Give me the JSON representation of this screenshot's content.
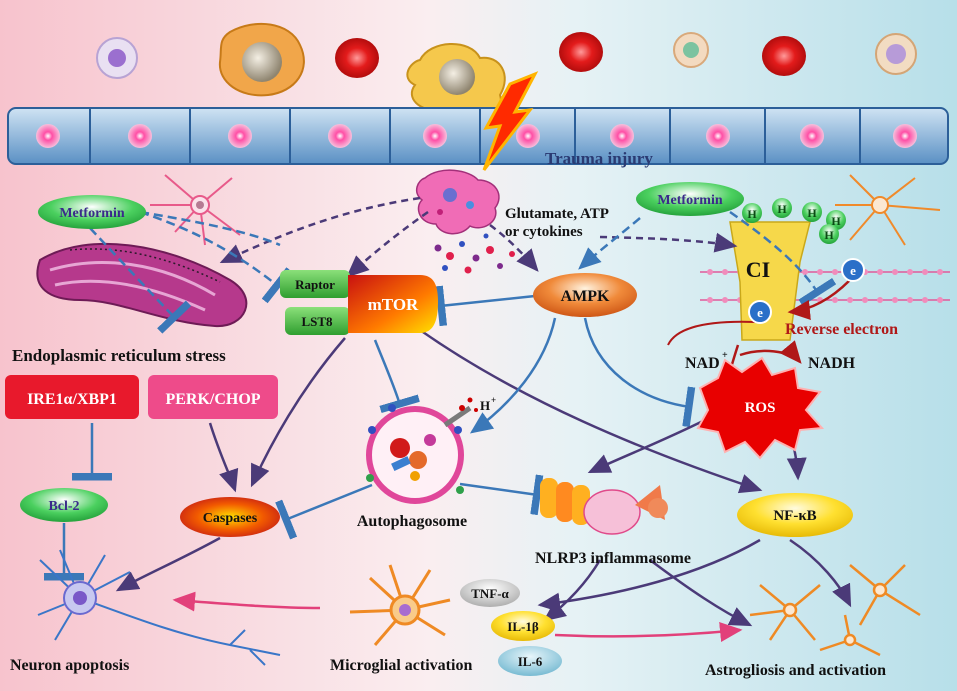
{
  "labels": {
    "trauma": "Trauma injury",
    "glutamate_line1": "Glutamate, ATP",
    "glutamate_line2": "or cytokines",
    "metformin_left": "Metformin",
    "metformin_right": "Metformin",
    "er_stress": "Endoplasmic reticulum stress",
    "ire": "IRE1α/XBP1",
    "perk": "PERK/CHOP",
    "bcl2": "Bcl-2",
    "caspases": "Caspases",
    "raptor": "Raptor",
    "lst8": "LST8",
    "mtor": "mTOR",
    "ampk": "AMPK",
    "ci": "CI",
    "e1": "e",
    "e2": "e",
    "reverse": "Reverse electron",
    "nad": "NAD",
    "nad_sup": "+",
    "nadh": "NADH",
    "ros": "ROS",
    "h_plus": "H",
    "h_plus_sup": "+",
    "autophagosome": "Autophagosome",
    "nlrp3": "NLRP3 inflammasome",
    "nfkb": "NF-κB",
    "tnf": "TNF-α",
    "il1b": "IL-1β",
    "il6": "IL-6",
    "neuron": "Neuron apoptosis",
    "microglial": "Microglial activation",
    "astro": "Astrogliosis and activation",
    "h1": "H",
    "h2": "H",
    "h3": "H",
    "h4": "H",
    "h5": "H"
  },
  "colors": {
    "bg_left": "#f6c6cf",
    "bg_right": "#bfe2ea",
    "arrow_blue": "#3b78b8",
    "arrow_purple": "#4b3a78",
    "arrow_pink": "#e2407a",
    "green_pill": "#2fb54a",
    "red_box": "#e8192c",
    "pink_box": "#ee4b8a",
    "orange_pill": "#e96a1a",
    "yellow_pill": "#ffd400",
    "ci_yellow": "#f6d84a"
  }
}
